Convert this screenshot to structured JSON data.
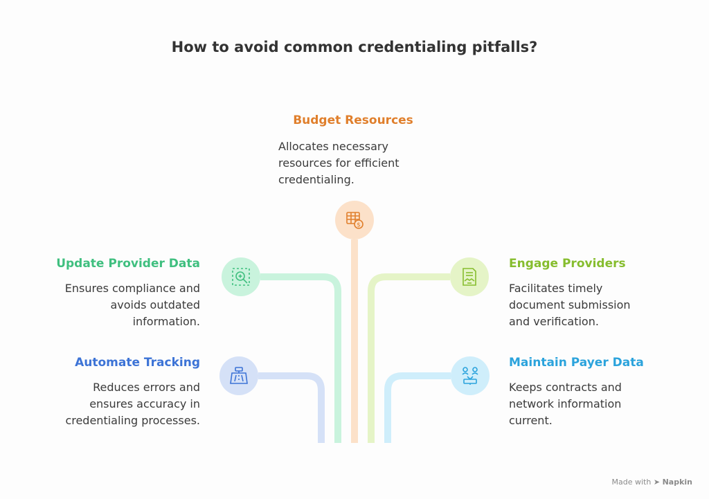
{
  "title": "How to avoid common credentialing pitfalls?",
  "items": {
    "budget": {
      "heading": "Budget Resources",
      "lines": [
        "Allocates necessary",
        "resources for efficient",
        "credentialing."
      ],
      "color": "#e07f2c",
      "bg": "#fce1c9",
      "icon": "spreadsheet-dollar-icon"
    },
    "update": {
      "heading": "Update Provider Data",
      "lines": [
        "Ensures compliance and",
        "avoids outdated",
        "information."
      ],
      "color": "#3fbf7f",
      "bg": "#c9f3dd",
      "icon": "search-frame-icon"
    },
    "engage": {
      "heading": "Engage Providers",
      "lines": [
        "Facilitates timely",
        "document submission",
        "and verification."
      ],
      "color": "#86bd2e",
      "bg": "#e5f4c7",
      "icon": "document-handshake-icon"
    },
    "automate": {
      "heading": "Automate Tracking",
      "lines": [
        "Reduces errors and",
        "ensures accuracy in",
        "credentialing processes."
      ],
      "color": "#3c73d6",
      "bg": "#d5e1f7",
      "icon": "road-sign-icon"
    },
    "maintain": {
      "heading": "Maintain Payer Data",
      "lines": [
        "Keeps contracts and",
        "network information",
        "current."
      ],
      "color": "#2ba3dc",
      "bg": "#cfeefb",
      "icon": "people-exchange-icon"
    }
  },
  "watermark": {
    "prefix": "Made with",
    "brand": "Napkin"
  }
}
